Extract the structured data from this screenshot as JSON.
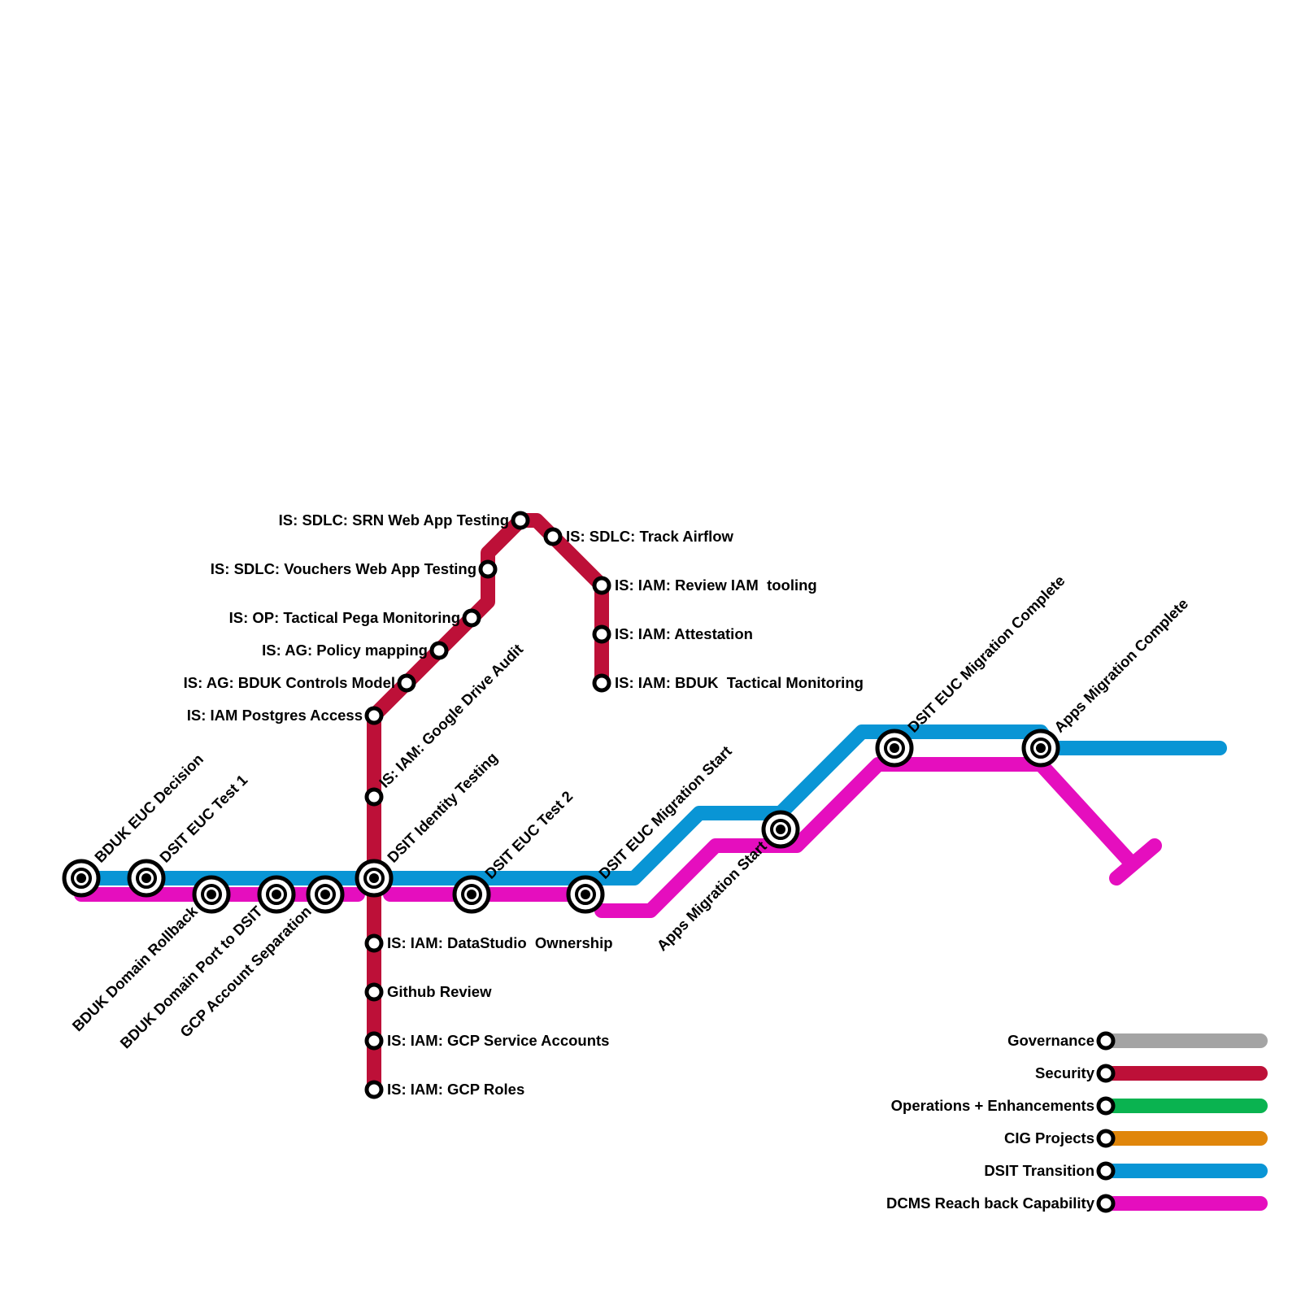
{
  "colors": {
    "governance": "#a4a4a4",
    "security": "#bd1038",
    "operations": "#0ab350",
    "cig": "#e0860b",
    "dsit": "#0995d5",
    "dcms": "#e50ebe"
  },
  "stations": {
    "bduk_euc_decision": "BDUK EUC Decision",
    "dsit_euc_test_1": "DSIT EUC Test 1",
    "bduk_domain_rollback": "BDUK Domain Rollback",
    "bduk_domain_port": "BDUK Domain Port to DSIT",
    "gcp_account_separation": "GCP Account Separation",
    "dsit_identity_testing": "DSIT Identity Testing",
    "dsit_euc_test_2": "DSIT EUC Test 2",
    "dsit_euc_migration_start": "DSIT EUC Migration Start",
    "apps_migration_start": "Apps Migration Start",
    "dsit_euc_migration_complete": "DSIT EUC Migration Complete",
    "apps_migration_complete": "Apps Migration Complete",
    "google_drive_audit": "IS: IAM: Google Drive Audit",
    "iam_postgres_access": "IS: IAM Postgres Access",
    "bduk_controls_model": "IS: AG: BDUK Controls Model",
    "policy_mapping": "IS: AG: Policy mapping",
    "tactical_pega_monitoring": "IS: OP: Tactical Pega Monitoring",
    "vouchers_web_app_testing": "IS: SDLC: Vouchers Web App Testing",
    "srn_web_app_testing": "IS: SDLC: SRN Web App Testing",
    "track_airflow": "IS: SDLC: Track Airflow",
    "review_iam_tooling": "IS: IAM: Review IAM  tooling",
    "attestation": "IS: IAM: Attestation",
    "bduk_tactical_monitoring": "IS: IAM: BDUK  Tactical Monitoring",
    "datastudio_ownership": "IS: IAM: DataStudio  Ownership",
    "github_review": "Github Review",
    "gcp_service_accounts": "IS: IAM: GCP Service Accounts",
    "gcp_roles": "IS: IAM: GCP Roles"
  },
  "legend": [
    {
      "label": "Governance",
      "color": "#a4a4a4"
    },
    {
      "label": "Security",
      "color": "#bd1038"
    },
    {
      "label": "Operations + Enhancements",
      "color": "#0ab350"
    },
    {
      "label": "CIG Projects",
      "color": "#e0860b"
    },
    {
      "label": "DSIT Transition",
      "color": "#0995d5"
    },
    {
      "label": "DCMS Reach back Capability",
      "color": "#e50ebe"
    }
  ]
}
